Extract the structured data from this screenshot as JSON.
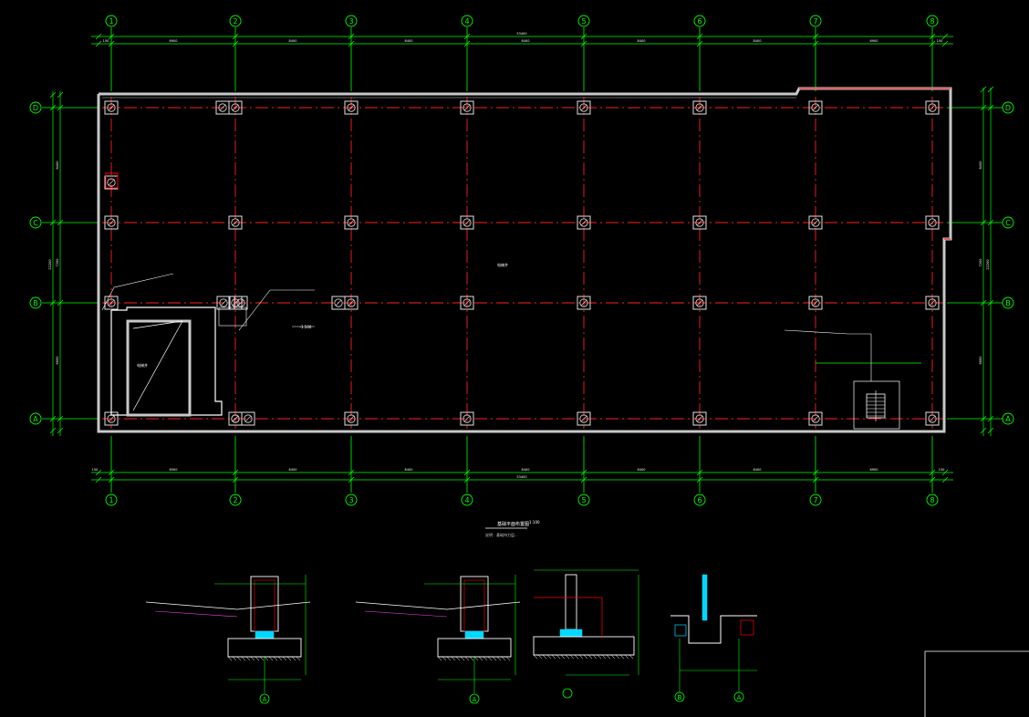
{
  "colors": {
    "background": "#000000",
    "grid": "#00ff00",
    "axis": "#ff2020",
    "wall": "#c8c8c8",
    "column": "#e0e0e0",
    "text": "#ffffff",
    "cyan": "#00d8ff",
    "red": "#ff0000",
    "magenta": "#ff40ff"
  },
  "axes": {
    "columns": [
      "1",
      "2",
      "3",
      "4",
      "5",
      "6",
      "7",
      "8"
    ],
    "rows": [
      "D",
      "C",
      "B",
      "A"
    ]
  },
  "dimensions": {
    "total": "53400",
    "ends": "150",
    "spans": [
      "6900",
      "8400",
      "8400",
      "8400",
      "8400",
      "8400",
      "6900"
    ],
    "row_spans": [
      "8400",
      "7200",
      "6600"
    ],
    "row_total": "22200"
  },
  "plan": {
    "title": "基础平面布置图",
    "scale": "1:100",
    "note": "说明：基础持力层...",
    "room_label": "电梯井",
    "elevation": "-1.500"
  },
  "sections": [
    {
      "axis": "A"
    },
    {
      "axis": "A"
    },
    {
      "axis": ""
    },
    {
      "axis_left": "B",
      "axis_right": "A"
    }
  ]
}
